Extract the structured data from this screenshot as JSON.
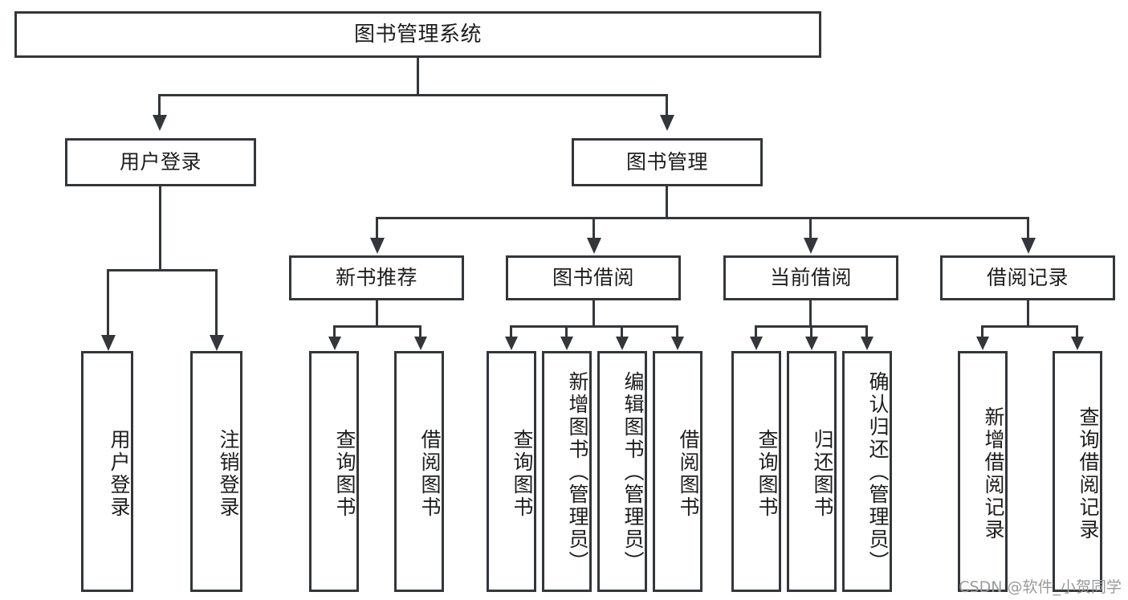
{
  "diagram": {
    "title": "图书管理系统",
    "type": "tree",
    "watermark": "CSDN @软件_小贺同学",
    "colors": {
      "stroke": "#33363b",
      "fill": "#ffffff",
      "text": "#1d1d1d",
      "watermark": "#9a9a9a"
    }
  },
  "root": {
    "label": "图书管理系统"
  },
  "level2": [
    {
      "label": "用户登录"
    },
    {
      "label": "图书管理"
    }
  ],
  "level3": [
    {
      "label": "新书推荐"
    },
    {
      "label": "图书借阅"
    },
    {
      "label": "当前借阅"
    },
    {
      "label": "借阅记录"
    }
  ],
  "leaves": {
    "user_login": [
      {
        "label": "用户登录"
      },
      {
        "label": "注销登录"
      }
    ],
    "new_book": [
      {
        "label": "查询图书"
      },
      {
        "label": "借阅图书"
      }
    ],
    "book_borrow": [
      {
        "label": "查询图书"
      },
      {
        "label": "新增图书（管理员）"
      },
      {
        "label": "编辑图书（管理员）"
      },
      {
        "label": "借阅图书"
      }
    ],
    "current_borrow": [
      {
        "label": "查询图书"
      },
      {
        "label": "归还图书"
      },
      {
        "label": "确认归还（管理员）"
      }
    ],
    "borrow_record": [
      {
        "label": "新增借阅记录"
      },
      {
        "label": "查询借阅记录"
      }
    ]
  }
}
